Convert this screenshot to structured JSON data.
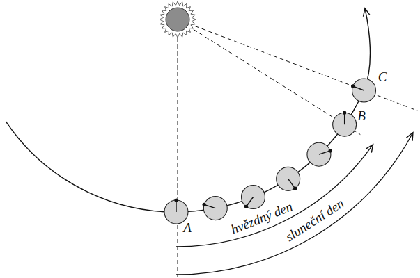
{
  "diagram": {
    "labels": [
      "A",
      "B",
      "C",
      "hvězdný den",
      "sluneční den"
    ]
  }
}
